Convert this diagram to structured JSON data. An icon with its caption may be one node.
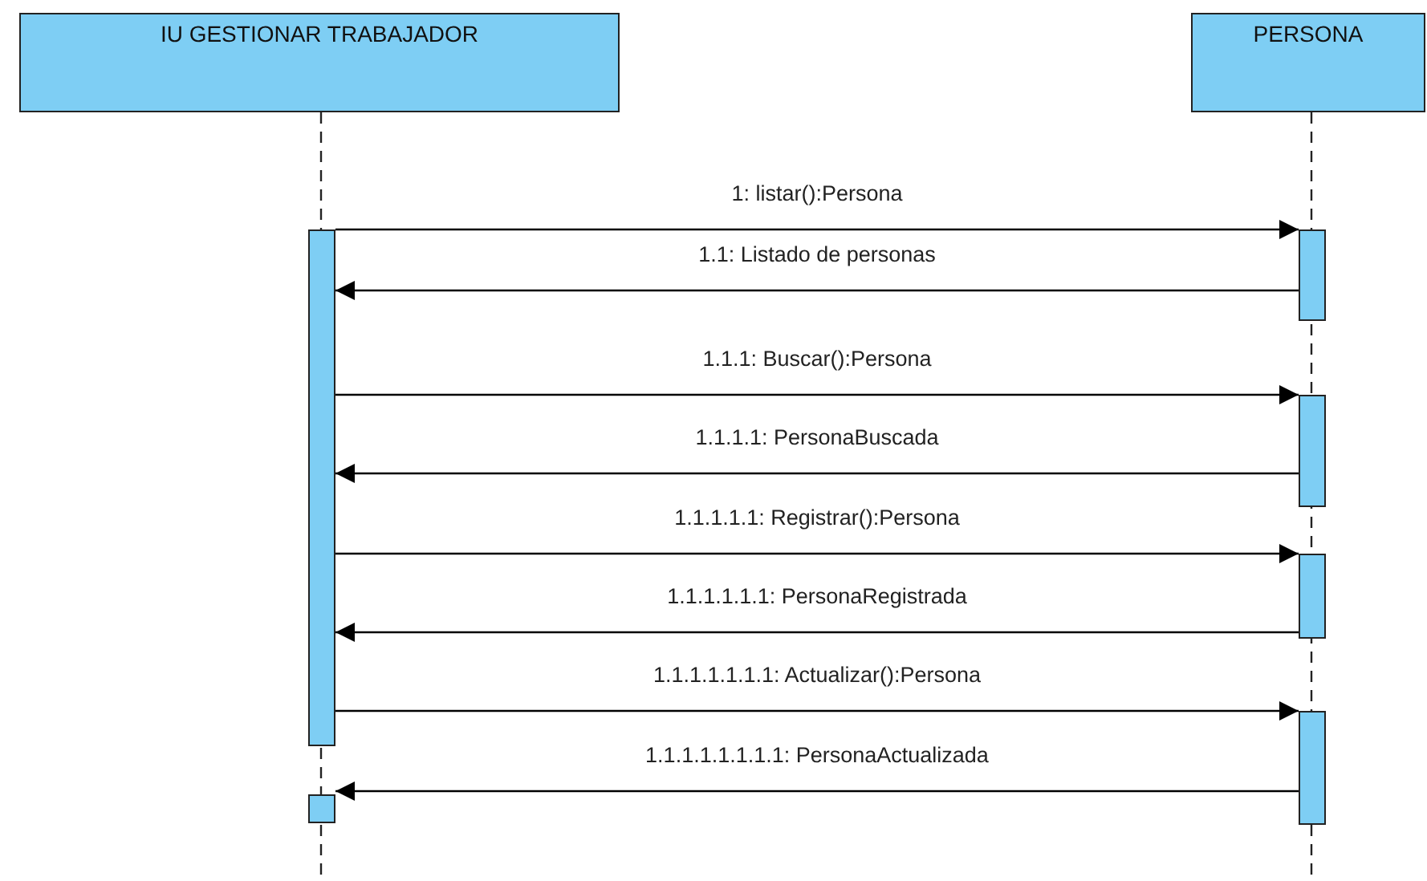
{
  "diagram": {
    "nodes": [
      {
        "text": [
          "IU GESTIONAR TRABAJADOR"
        ]
      },
      {
        "text": [
          "PERSONA"
        ]
      },
      {
        "text": [],
        "shape": "bar"
      },
      {
        "text": [],
        "shape": "bar"
      },
      {
        "text": [],
        "shape": "bar"
      },
      {
        "text": [],
        "shape": "bar"
      },
      {
        "text": [],
        "shape": "bar"
      },
      {
        "text": [],
        "shape": "bar"
      }
    ],
    "edges": [
      {
        "from": 2,
        "to": 4,
        "arrow": "to",
        "label": "1: listar():Persona"
      },
      {
        "from": 4,
        "to": 2,
        "arrow": "to",
        "label": "1.1: Listado de personas"
      },
      {
        "from": 2,
        "to": 5,
        "arrow": "to",
        "label": "1.1.1: Buscar():Persona"
      },
      {
        "from": 5,
        "to": 2,
        "arrow": "to",
        "label": "1.1.1.1: PersonaBuscada"
      },
      {
        "from": 2,
        "to": 6,
        "arrow": "to",
        "label": "1.1.1.1.1: Registrar():Persona"
      },
      {
        "from": 6,
        "to": 2,
        "arrow": "to",
        "label": "1.1.1.1.1.1: PersonaRegistrada"
      },
      {
        "from": 2,
        "to": 7,
        "arrow": "to",
        "label": "1.1.1.1.1.1.1: Actualizar():Persona"
      },
      {
        "from": 7,
        "to": 3,
        "arrow": "to",
        "label": "1.1.1.1.1.1.1.1: PersonaActualizada"
      }
    ]
  }
}
